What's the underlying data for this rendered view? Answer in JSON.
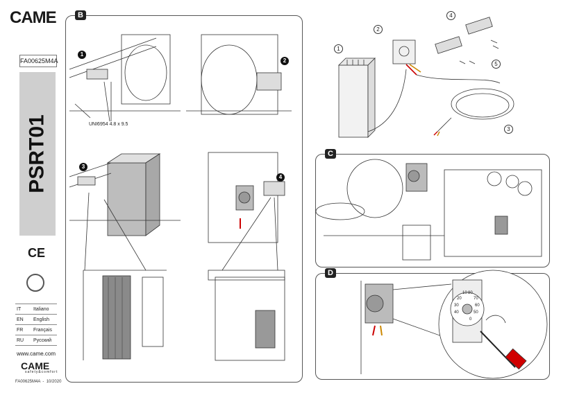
{
  "sidebar": {
    "brand": "CAME",
    "document_code": "FA00625M4A",
    "product_code": "PSRT01",
    "ce_mark": "CE",
    "languages": [
      {
        "code": "IT",
        "name": "Italiano"
      },
      {
        "code": "EN",
        "name": "English"
      },
      {
        "code": "FR",
        "name": "Français"
      },
      {
        "code": "RU",
        "name": "Русский"
      }
    ],
    "website": "www.came.com",
    "brand_bottom": "CAME",
    "tagline": "safety&comfort",
    "footer_code": "FA00625M4A",
    "footer_sep": "-",
    "footer_date": "10/2020"
  },
  "sections": {
    "b": {
      "label": "B",
      "steps": [
        "1",
        "2",
        "3",
        "4"
      ],
      "screw_spec": "UNI6954 4.8 x 9.5"
    },
    "a": {
      "callouts": [
        "1",
        "2",
        "3",
        "4",
        "5"
      ]
    },
    "c": {
      "label": "C"
    },
    "d": {
      "label": "D",
      "dial_numbers": [
        "10",
        "20",
        "30",
        "40",
        "50",
        "60",
        "70",
        "80",
        "0"
      ]
    }
  }
}
